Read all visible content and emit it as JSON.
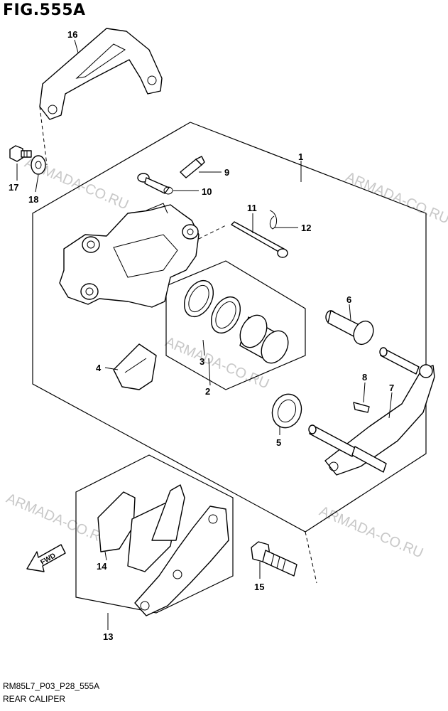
{
  "figure": {
    "title": "FIG.555A",
    "code": "RM85L7_P03_P28_555A",
    "name": "REAR CALIPER"
  },
  "watermark": "ARMADA-CO.RU",
  "fwd_label": "FWD",
  "callouts": {
    "c1": "1",
    "c2": "2",
    "c3": "3",
    "c4": "4",
    "c5": "5",
    "c6": "6",
    "c7": "7",
    "c8": "8",
    "c9": "9",
    "c10": "10",
    "c11": "11",
    "c12": "12",
    "c13": "13",
    "c14": "14",
    "c15": "15",
    "c16": "16",
    "c17": "17",
    "c18": "18"
  }
}
